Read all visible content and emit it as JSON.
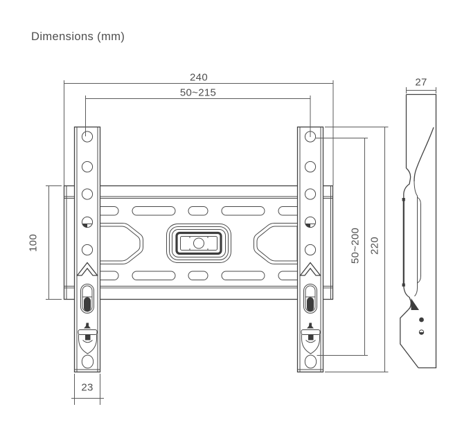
{
  "title": "Dimensions (mm)",
  "dims": {
    "overall_width": "240",
    "hole_width_range": "50~215",
    "depth": "27",
    "plate_height": "100",
    "hole_height_range": "50~200",
    "arm_height": "220",
    "arm_width": "23"
  },
  "colors": {
    "line": "#424242",
    "dimension_line": "#5a5a5a",
    "text": "#4d4d4d",
    "background": "#ffffff"
  }
}
